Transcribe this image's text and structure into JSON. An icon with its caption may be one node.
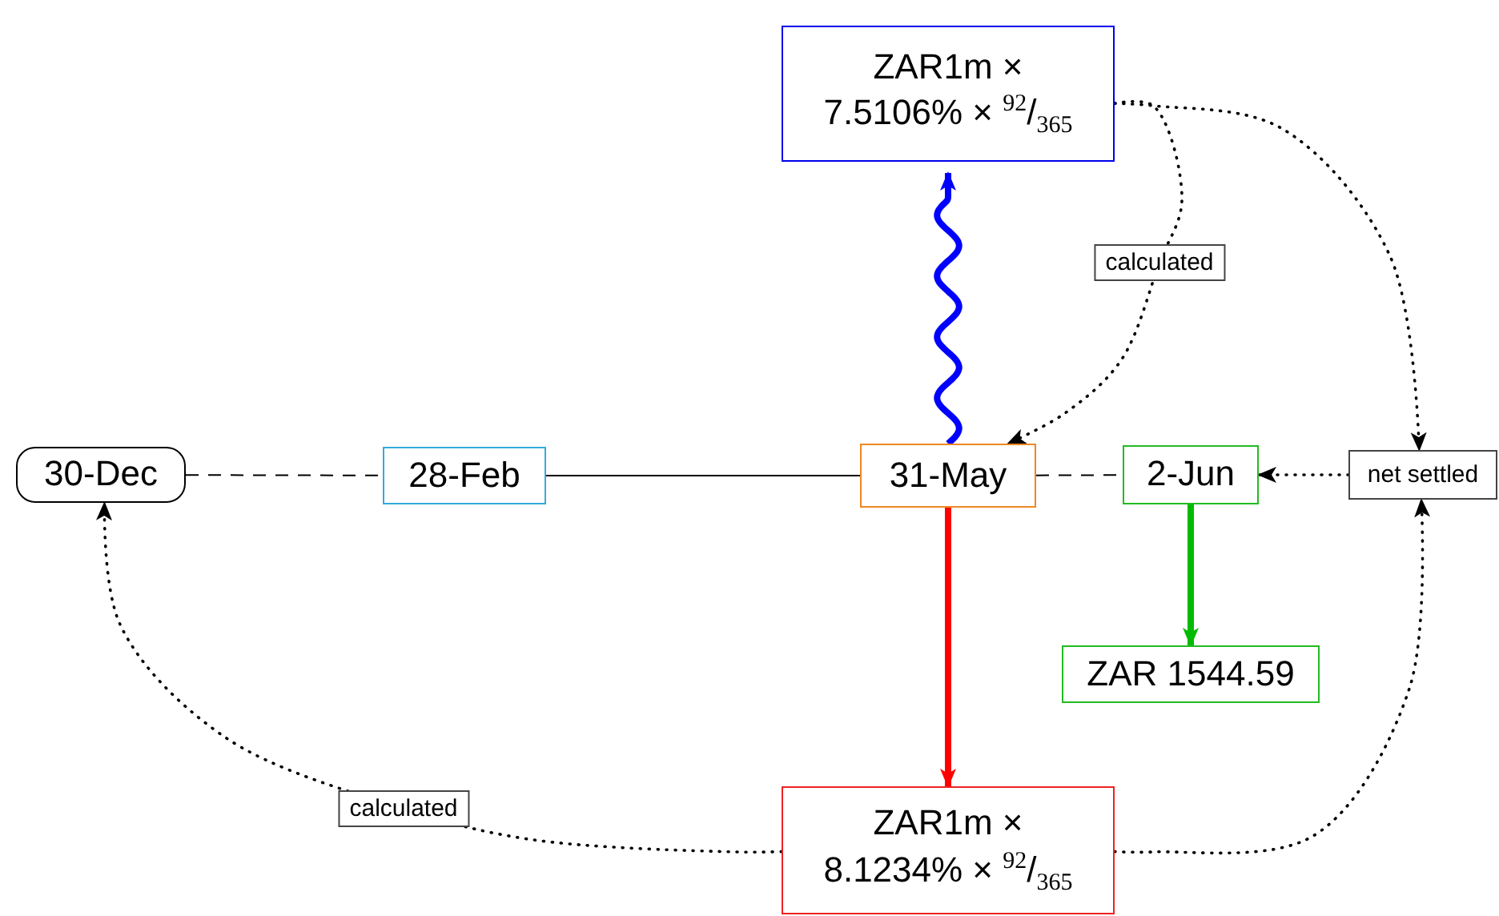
{
  "diagram": {
    "nodes": [
      {
        "text": [
          "30-Dec"
        ]
      },
      {
        "text": [
          "28-Feb"
        ]
      },
      {
        "text": [
          "31-May"
        ]
      },
      {
        "text": [
          "2-Jun"
        ]
      },
      {
        "text": [
          "net settled"
        ]
      },
      {
        "text": [
          "ZAR1m × 7.5106% × $^{92}$/$_{365}$"
        ]
      },
      {
        "text": [
          "ZAR 1544.59"
        ]
      },
      {
        "text": [
          "ZAR1m × 8.1234% × $^{92}$/$_{365}$"
        ]
      }
    ],
    "edges": [
      {
        "from": 0,
        "to": 1,
        "arrow": "none",
        "style": "dashed"
      },
      {
        "from": 1,
        "to": 2,
        "arrow": "none"
      },
      {
        "from": 2,
        "to": 3,
        "arrow": "none",
        "style": "dashed"
      },
      {
        "from": 2,
        "to": 5,
        "arrow": "to",
        "style": "thick",
        "color": "#0000ff"
      },
      {
        "from": 2,
        "to": 7,
        "arrow": "to",
        "style": "thick",
        "color": "#ff0000"
      },
      {
        "from": 3,
        "to": 6,
        "arrow": "to",
        "style": "thick",
        "color": "#00bb00"
      },
      {
        "from": 5,
        "to": 2,
        "arrow": "to",
        "style": "dashed",
        "label": "calculated"
      },
      {
        "from": 5,
        "to": 4,
        "arrow": "to",
        "style": "dashed"
      },
      {
        "from": 4,
        "to": 3,
        "arrow": "to",
        "style": "dashed"
      },
      {
        "from": 7,
        "to": 4,
        "arrow": "to",
        "style": "dashed"
      },
      {
        "from": 7,
        "to": 0,
        "arrow": "to",
        "style": "dashed",
        "label": "calculated"
      }
    ]
  }
}
